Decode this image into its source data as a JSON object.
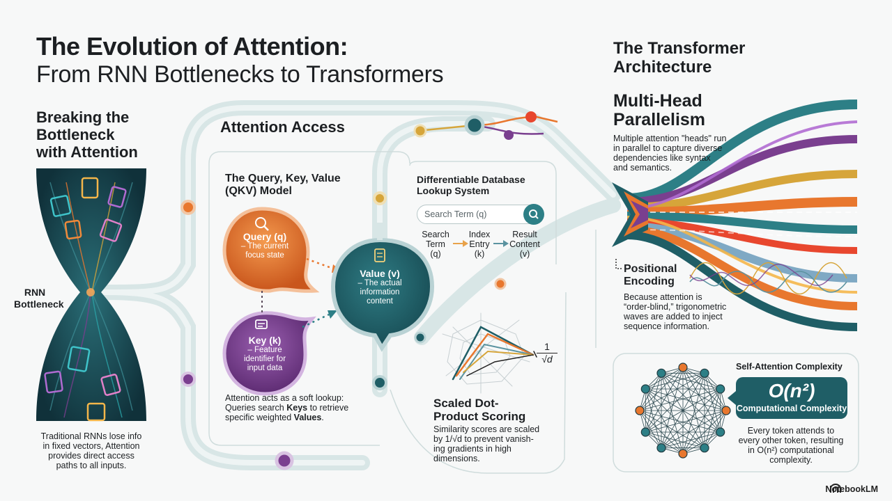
{
  "title": {
    "line1": "The Evolution of Attention:",
    "line2": "From RNN Bottlenecks to Transformers"
  },
  "left": {
    "heading": [
      "Breaking the",
      "Bottleneck",
      "with Attention"
    ],
    "bottleneck_label": [
      "RNN",
      "Bottleneck"
    ],
    "description": [
      "Traditional RNNs lose info",
      "in fixed vectors, Attention",
      "provides direct access",
      "paths to all inputs."
    ]
  },
  "attention_access": {
    "heading": "Attention Access",
    "qkv_heading": [
      "The Query, Key, Value",
      "(QKV) Model"
    ],
    "query": {
      "title": "Query (q)",
      "desc": [
        "– The current",
        "focus state"
      ]
    },
    "key": {
      "title": "Key (k)",
      "desc": [
        "– Feature",
        "identifier for",
        "input data"
      ]
    },
    "value": {
      "title": "Value (v)",
      "desc": [
        "– The actual",
        "information",
        "content"
      ]
    },
    "soft_lookup_prefix": [
      "Attention acts as a soft lookup:",
      "Queries search "
    ],
    "soft_lookup_keys": "Keys",
    "soft_lookup_mid": " to retrieve",
    "soft_lookup_line3": "specific weighted ",
    "soft_lookup_values": "Values",
    "soft_lookup_end": "."
  },
  "database": {
    "heading": [
      "Differentiable Database",
      "Lookup System"
    ],
    "search_placeholder": "Search Term (q)",
    "flow": [
      {
        "lines": [
          "Search",
          "Term",
          "(q)"
        ]
      },
      {
        "lines": [
          "Index",
          "Entry",
          "(k)"
        ]
      },
      {
        "lines": [
          "Result",
          "Content",
          "(v)"
        ]
      }
    ]
  },
  "scaled": {
    "heading": [
      "Scaled Dot-",
      "Product Scoring"
    ],
    "description": [
      "Similarity scores are scaled",
      "by 1/√d  to prevent vanish-",
      "ing gradients in high",
      "dimensions."
    ],
    "fraction_num": "1",
    "fraction_den": "√d"
  },
  "transformer": {
    "heading": [
      "The Transformer",
      "Architecture"
    ],
    "mh_heading": [
      "Multi-Head",
      "Parallelism"
    ],
    "mh_desc": [
      "Multiple attention \"heads\" run",
      "in parallel to capture diverse",
      "dependencies like syntax",
      "and semantics."
    ],
    "pe_heading": [
      "Positional",
      "Encoding"
    ],
    "pe_desc": [
      "Because attention is",
      "“order-blind,” trigonometric",
      "waves are added to inject",
      "sequence information."
    ]
  },
  "complexity": {
    "heading": "Self-Attention Complexity",
    "big": "O(n²)",
    "label": "Computational Complexity",
    "desc": [
      "Every token attends to",
      "every other token, resulting",
      "in O(n²) computational",
      "complexity."
    ]
  },
  "brand": "NotebookLM",
  "colors": {
    "teal_dark": "#1f5e66",
    "teal": "#2d7f86",
    "orange": "#e8772e",
    "purple": "#7a3f8f",
    "gold": "#d6a53a",
    "track": "#d8e6e6"
  }
}
